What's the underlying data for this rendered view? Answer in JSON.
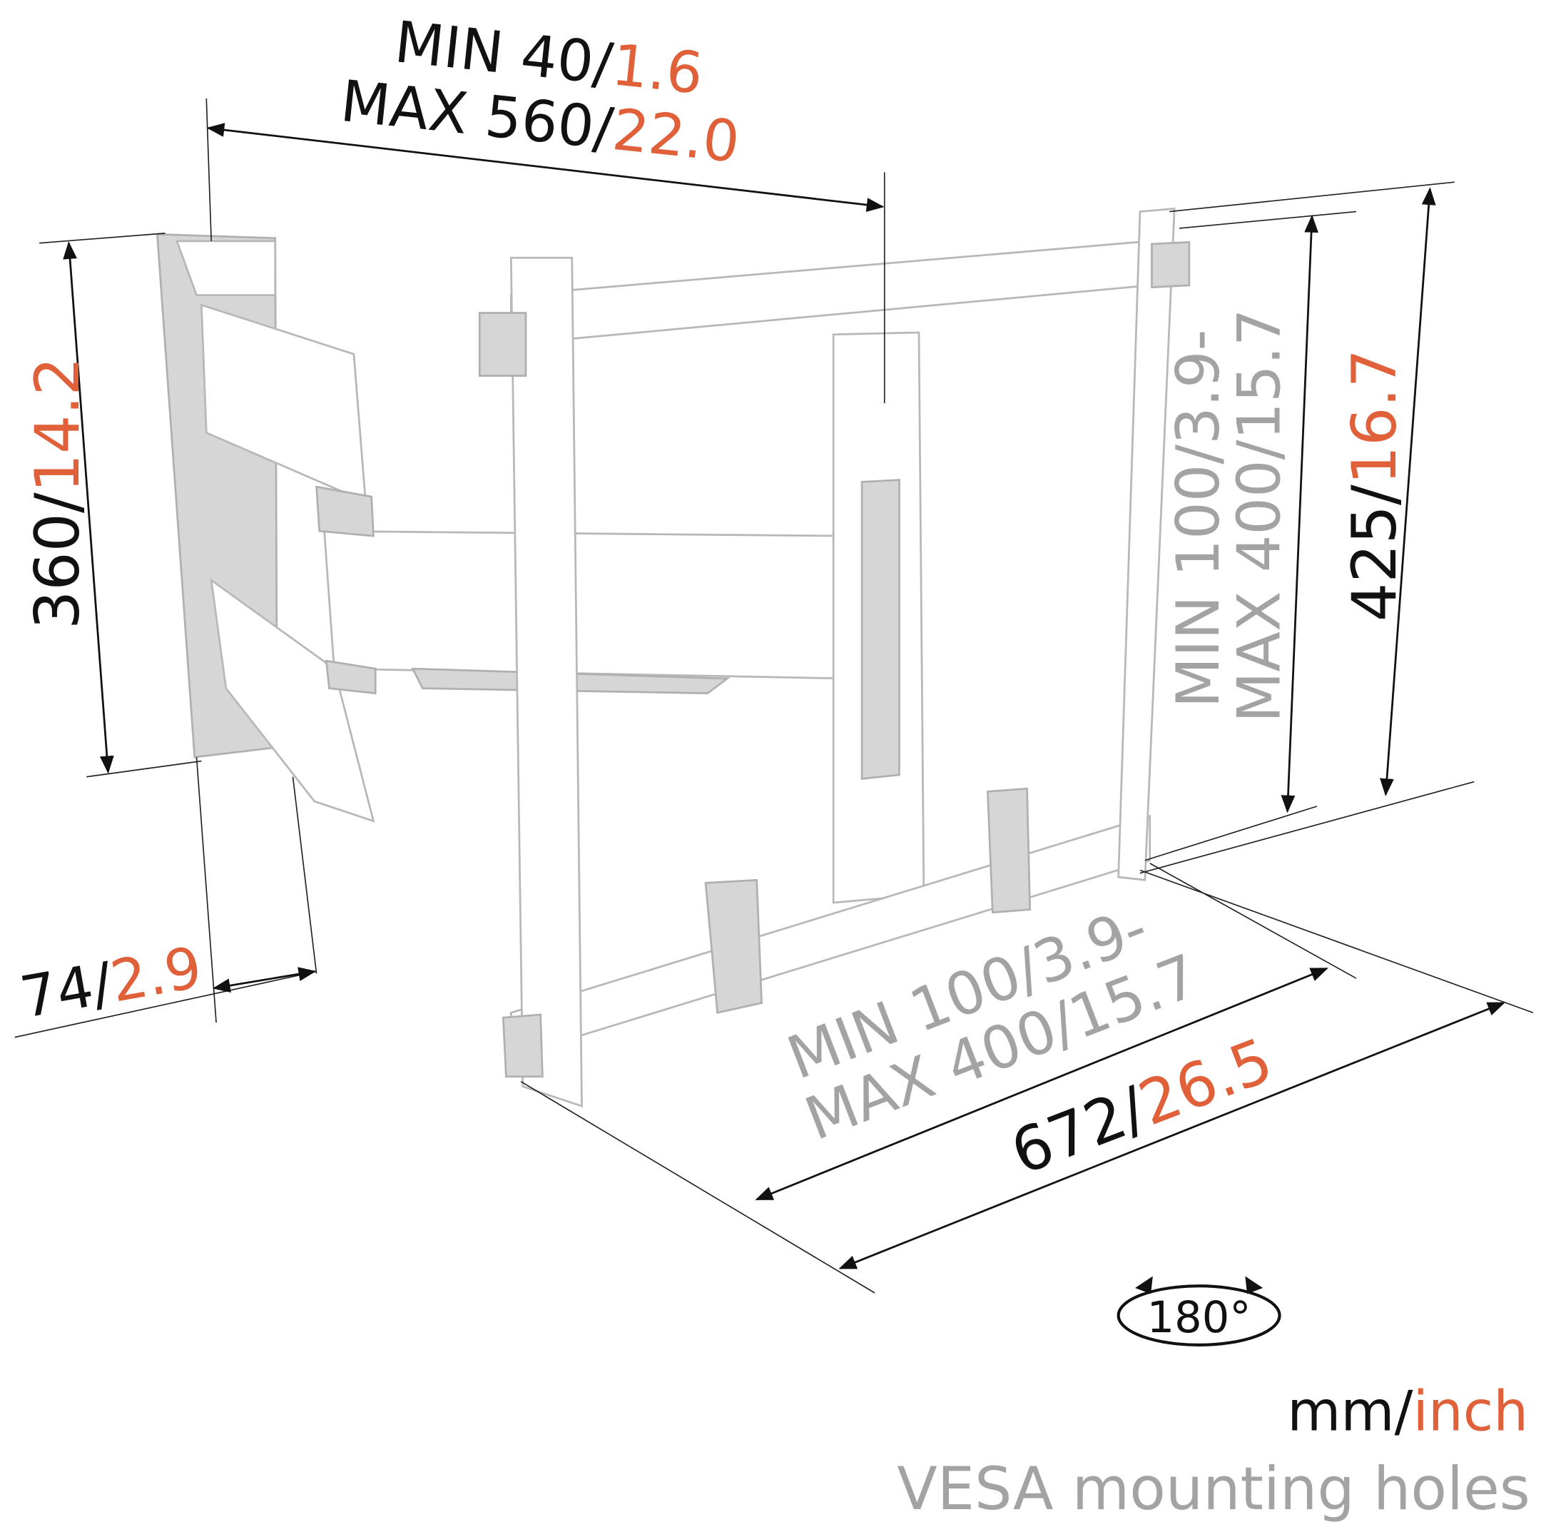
{
  "dimensions": {
    "arm_extension": {
      "min_label": "MIN 40/",
      "min_inch": "1.6",
      "max_label": "MAX 560/",
      "max_inch": "22.0"
    },
    "wall_plate_height": {
      "mm": "360/",
      "inch": "14.2"
    },
    "wall_plate_depth": {
      "mm": "74/",
      "inch": "2.9"
    },
    "vesa_horizontal": {
      "line1": "MIN 100/3.9-",
      "line2": "MAX 400/15.7"
    },
    "total_width": {
      "mm": "672/",
      "inch": "26.5"
    },
    "vesa_vertical": {
      "line1": "MIN 100/3.9-",
      "line2": "MAX 400/15.7"
    },
    "total_height": {
      "mm": "425/",
      "inch": "16.7"
    }
  },
  "rotation": {
    "label": "180°"
  },
  "legend": {
    "mm": "mm/",
    "inch": "inch",
    "vesa_note": "VESA mounting holes"
  },
  "colors": {
    "metric": "#111111",
    "imperial": "#e0603a",
    "vesa": "#a3a3a3",
    "bracket": "#ffffff",
    "bracket_shade": "#d6d6d6"
  }
}
